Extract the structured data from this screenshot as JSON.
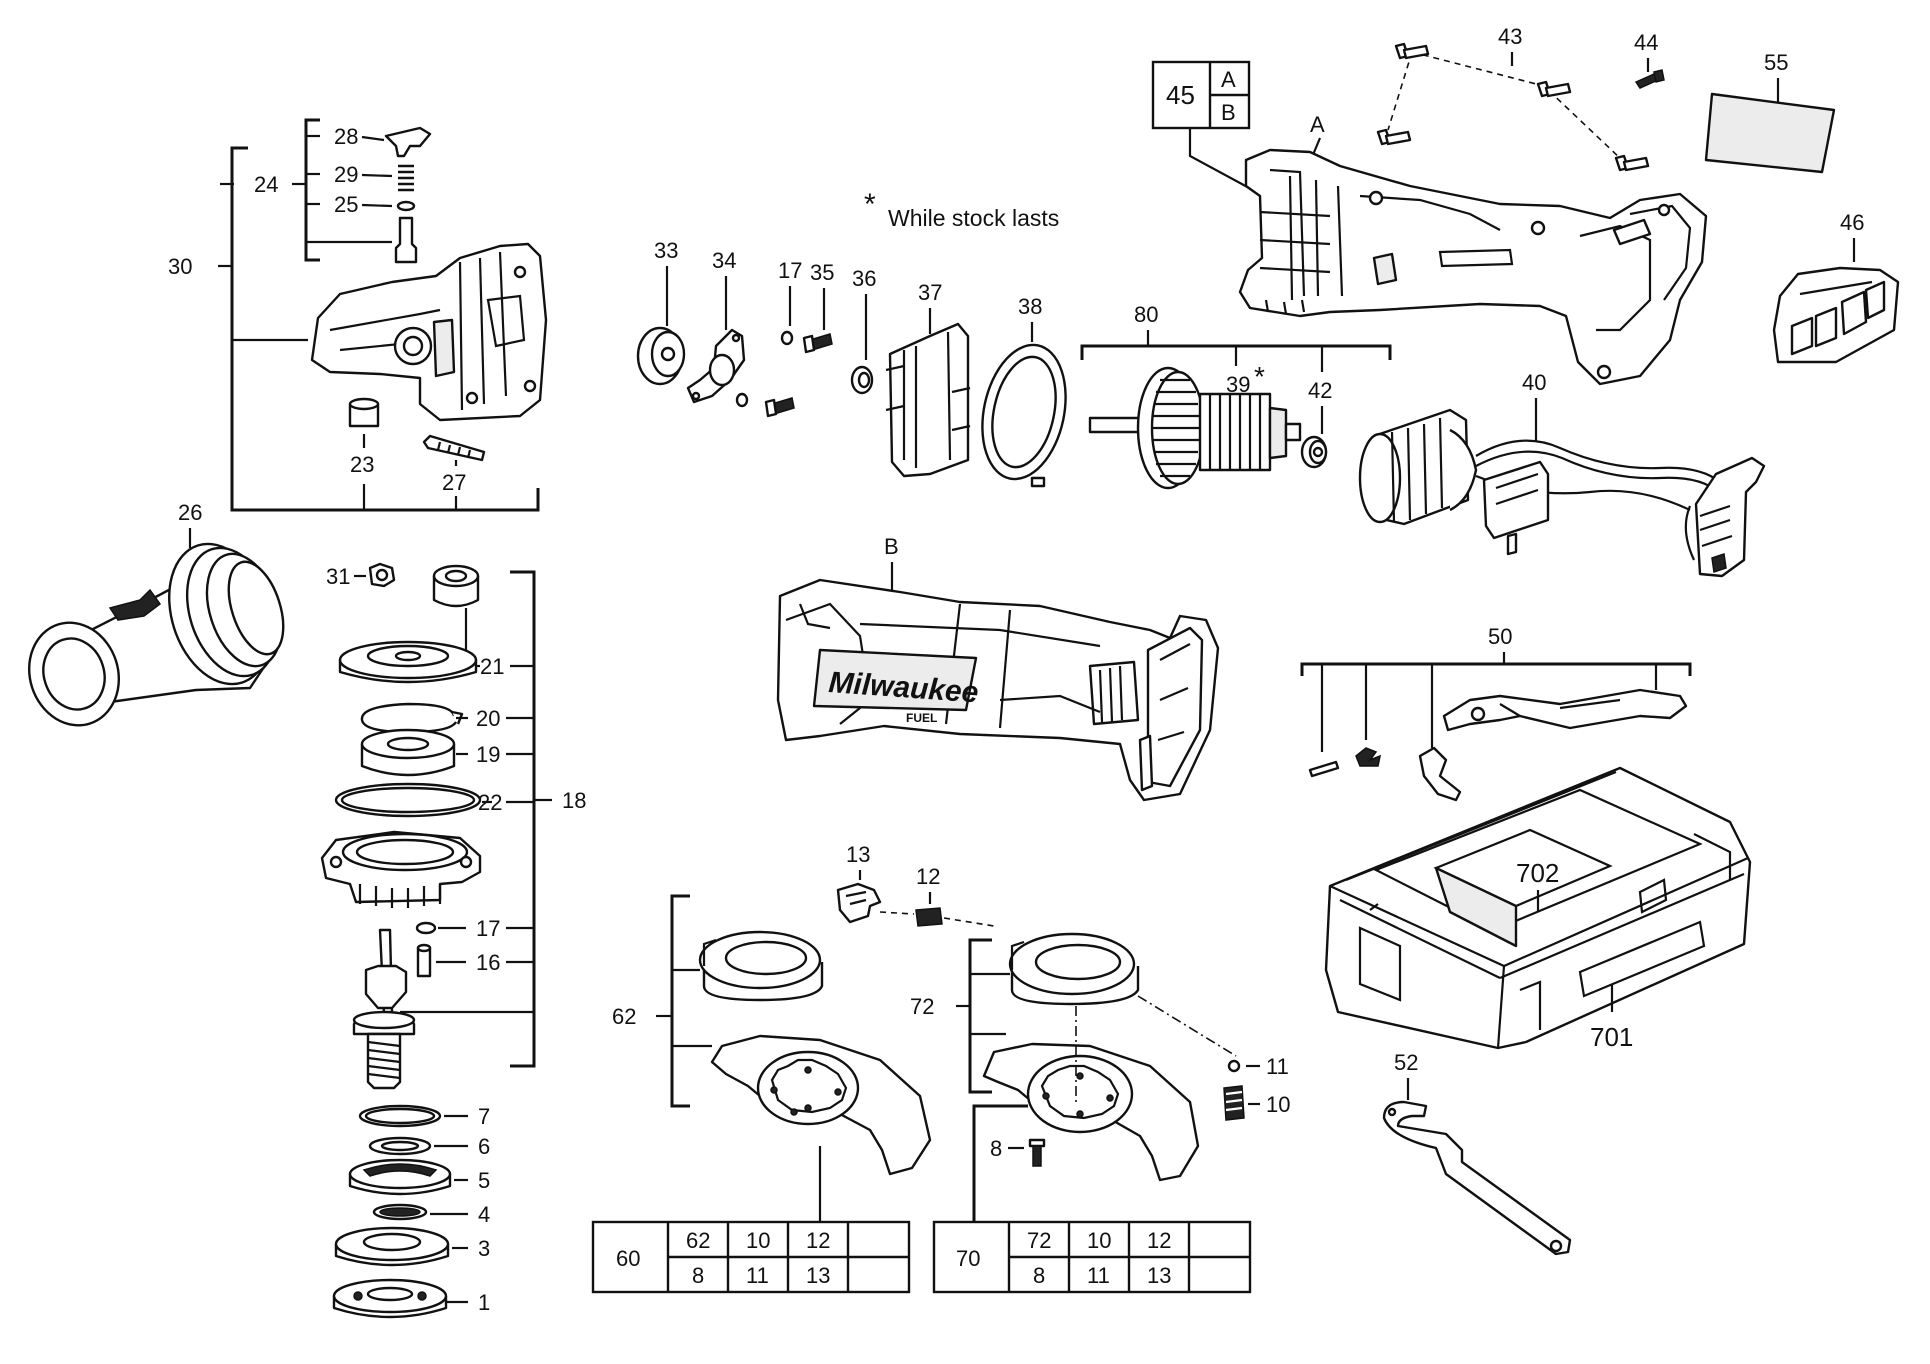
{
  "footnote": {
    "mark": "*",
    "text": "While stock lasts"
  },
  "callouts": {
    "c1": "1",
    "c3": "3",
    "c4": "4",
    "c5": "5",
    "c6": "6",
    "c7": "7",
    "c8": "8",
    "c10": "10",
    "c11": "11",
    "c12": "12",
    "c13": "13",
    "c16": "16",
    "c17a": "17",
    "c17b": "17",
    "c18": "18",
    "c19": "19",
    "c20": "20",
    "c21": "21",
    "c22": "22",
    "c23": "23",
    "c24": "24",
    "c25": "25",
    "c26": "26",
    "c27": "27",
    "c28": "28",
    "c29": "29",
    "c30": "30",
    "c31": "31",
    "c33": "33",
    "c34": "34",
    "c35": "35",
    "c36": "36",
    "c37": "37",
    "c38": "38",
    "c39": "39",
    "c40": "40",
    "c42": "42",
    "c43": "43",
    "c44": "44",
    "c46": "46",
    "c50": "50",
    "c52": "52",
    "c55": "55",
    "c62": "62",
    "c72": "72",
    "c80": "80",
    "c701": "701",
    "c702": "702",
    "cA": "A",
    "cB": "B",
    "star39": "*"
  },
  "box45": {
    "main": "45",
    "top": "A",
    "bottom": "B"
  },
  "table60": {
    "id": "60",
    "row1": [
      "62",
      "10",
      "12",
      ""
    ],
    "row2": [
      "8",
      "11",
      "13",
      ""
    ]
  },
  "table70": {
    "id": "70",
    "row1": [
      "72",
      "10",
      "12",
      ""
    ],
    "row2": [
      "8",
      "11",
      "13",
      ""
    ]
  },
  "brand": {
    "logo": "Milwaukee",
    "series": "FUEL"
  }
}
